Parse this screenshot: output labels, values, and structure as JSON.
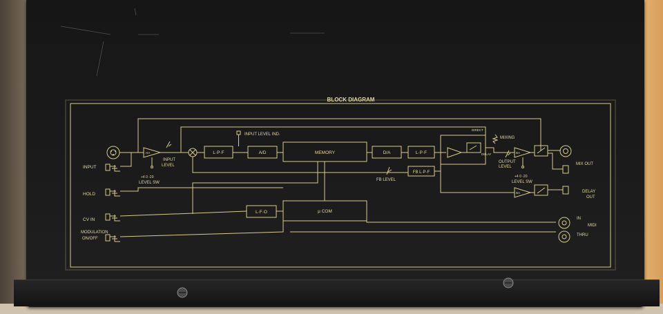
{
  "diagram": {
    "title": "BLOCK DIAGRAM",
    "blocks": {
      "lpf1": "L·P·F",
      "ad": "A/D",
      "memory": "MEMORY",
      "da": "D/A",
      "lpf2": "L·P·F",
      "fb_lpf": "FB L·P·F",
      "lfo": "L·F·O",
      "mcom": "μ COM",
      "ha": "HA",
      "ba1": "BA",
      "ba2": "BA"
    },
    "labels": {
      "input": "INPUT",
      "hold": "HOLD",
      "cv_in": "CV IN",
      "modulation": "MODULATION",
      "on_off": "ON/OFF",
      "input_level": "INPUT",
      "input_level_2": "LEVEL",
      "level_sw_values": "+4  0  -20",
      "level_sw": "LEVEL SW",
      "input_level_ind": "INPUT LEVEL IND.",
      "fb_level": "FB LEVEL",
      "direct": "DIRECT",
      "mixing": "MIXING",
      "delay": "DELAY",
      "output_level": "OUTPUT",
      "output_level_2": "LEVEL",
      "out_level_sw_values": "+4  0  -20",
      "out_level_sw": "LEVEL SW",
      "mix_out": "MIX OUT",
      "delay_out_1": "DELAY",
      "delay_out_2": "OUT",
      "midi_in": "IN",
      "midi": "MIDI",
      "midi_thru": "THRU"
    }
  }
}
